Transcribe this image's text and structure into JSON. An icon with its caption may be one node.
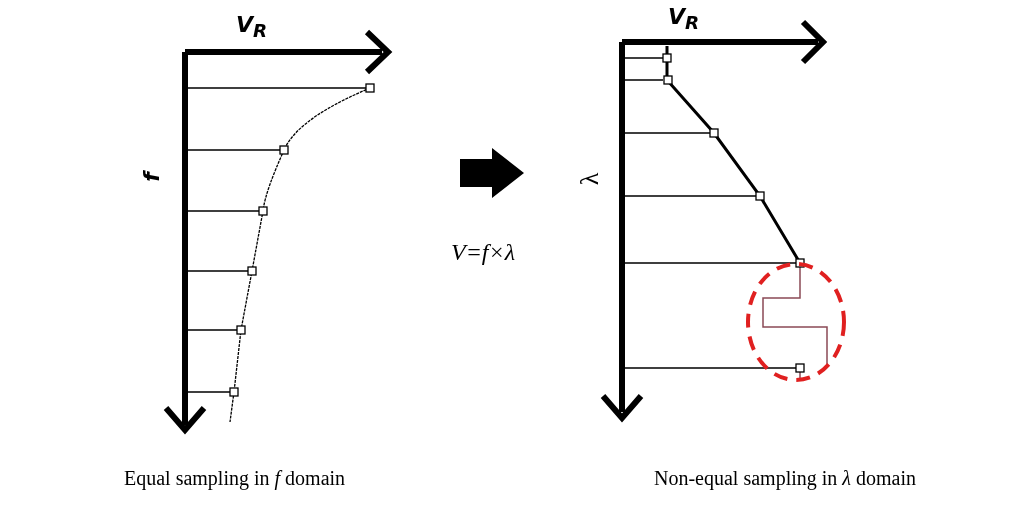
{
  "diagram": {
    "labels": [
      "V$_{R}$",
      "V$_{R}$",
      "f",
      "λ",
      "V=f×λ",
      "Equal sampling in *f* domain",
      "Non-equal sampling in *λ* domain"
    ]
  }
}
